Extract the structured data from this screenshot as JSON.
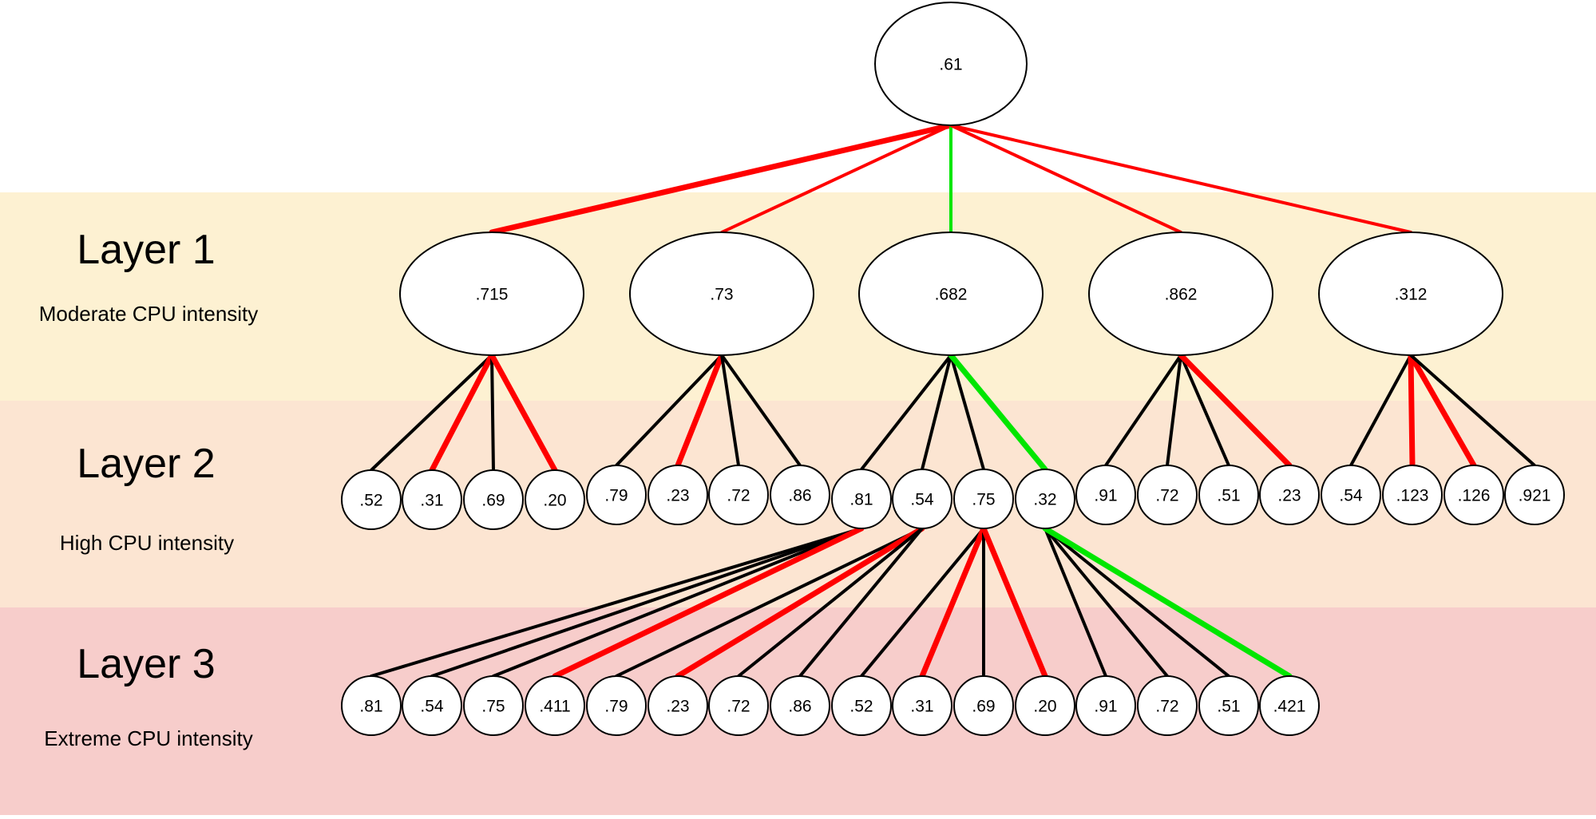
{
  "colors": {
    "layer1_band": "#fdf1d2",
    "layer2_band": "#fce5d2",
    "layer3_band": "#f7cdcb",
    "edge_default": "#000000",
    "edge_red": "#ff0000",
    "edge_green": "#00e600",
    "node_fill": "#ffffff",
    "node_stroke": "#000000"
  },
  "layers": [
    {
      "id": "layer1",
      "title": "Layer 1",
      "subtitle": "Moderate CPU intensity"
    },
    {
      "id": "layer2",
      "title": "Layer 2",
      "subtitle": "High CPU intensity"
    },
    {
      "id": "layer3",
      "title": "Layer 3",
      "subtitle": "Extreme CPU intensity"
    }
  ],
  "tree": {
    "root": {
      "id": "root",
      "label": ".61"
    },
    "layer1": [
      {
        "id": "l1-0",
        "label": ".715"
      },
      {
        "id": "l1-1",
        "label": ".73"
      },
      {
        "id": "l1-2",
        "label": ".682"
      },
      {
        "id": "l1-3",
        "label": ".862"
      },
      {
        "id": "l1-4",
        "label": ".312"
      }
    ],
    "layer2": [
      {
        "id": "l2-0",
        "label": ".52"
      },
      {
        "id": "l2-1",
        "label": ".31"
      },
      {
        "id": "l2-2",
        "label": ".69"
      },
      {
        "id": "l2-3",
        "label": ".20"
      },
      {
        "id": "l2-4",
        "label": ".79"
      },
      {
        "id": "l2-5",
        "label": ".23"
      },
      {
        "id": "l2-6",
        "label": ".72"
      },
      {
        "id": "l2-7",
        "label": ".86"
      },
      {
        "id": "l2-8",
        "label": ".81"
      },
      {
        "id": "l2-9",
        "label": ".54"
      },
      {
        "id": "l2-10",
        "label": ".75"
      },
      {
        "id": "l2-11",
        "label": ".32"
      },
      {
        "id": "l2-12",
        "label": ".91"
      },
      {
        "id": "l2-13",
        "label": ".72"
      },
      {
        "id": "l2-14",
        "label": ".51"
      },
      {
        "id": "l2-15",
        "label": ".23"
      },
      {
        "id": "l2-16",
        "label": ".54"
      },
      {
        "id": "l2-17",
        "label": ".123"
      },
      {
        "id": "l2-18",
        "label": ".126"
      },
      {
        "id": "l2-19",
        "label": ".921"
      }
    ],
    "layer3": [
      {
        "id": "l3-0",
        "label": ".81"
      },
      {
        "id": "l3-1",
        "label": ".54"
      },
      {
        "id": "l3-2",
        "label": ".75"
      },
      {
        "id": "l3-3",
        "label": ".411"
      },
      {
        "id": "l3-4",
        "label": ".79"
      },
      {
        "id": "l3-5",
        "label": ".23"
      },
      {
        "id": "l3-6",
        "label": ".72"
      },
      {
        "id": "l3-7",
        "label": ".86"
      },
      {
        "id": "l3-8",
        "label": ".52"
      },
      {
        "id": "l3-9",
        "label": ".31"
      },
      {
        "id": "l3-10",
        "label": ".69"
      },
      {
        "id": "l3-11",
        "label": ".20"
      },
      {
        "id": "l3-12",
        "label": ".91"
      },
      {
        "id": "l3-13",
        "label": ".72"
      },
      {
        "id": "l3-14",
        "label": ".51"
      },
      {
        "id": "l3-15",
        "label": ".421"
      }
    ]
  },
  "edges": [
    {
      "from": "root",
      "to": "l1-0",
      "color": "red",
      "weight": "thick"
    },
    {
      "from": "root",
      "to": "l1-1",
      "color": "red",
      "weight": "normal"
    },
    {
      "from": "root",
      "to": "l1-2",
      "color": "green",
      "weight": "normal"
    },
    {
      "from": "root",
      "to": "l1-3",
      "color": "red",
      "weight": "normal"
    },
    {
      "from": "root",
      "to": "l1-4",
      "color": "red",
      "weight": "normal"
    },
    {
      "from": "l1-0",
      "to": "l2-0",
      "color": "black",
      "weight": "normal"
    },
    {
      "from": "l1-0",
      "to": "l2-1",
      "color": "red",
      "weight": "thick"
    },
    {
      "from": "l1-0",
      "to": "l2-2",
      "color": "black",
      "weight": "normal"
    },
    {
      "from": "l1-0",
      "to": "l2-3",
      "color": "red",
      "weight": "thick"
    },
    {
      "from": "l1-1",
      "to": "l2-4",
      "color": "black",
      "weight": "normal"
    },
    {
      "from": "l1-1",
      "to": "l2-5",
      "color": "red",
      "weight": "thick"
    },
    {
      "from": "l1-1",
      "to": "l2-6",
      "color": "black",
      "weight": "normal"
    },
    {
      "from": "l1-1",
      "to": "l2-7",
      "color": "black",
      "weight": "normal"
    },
    {
      "from": "l1-2",
      "to": "l2-8",
      "color": "black",
      "weight": "normal"
    },
    {
      "from": "l1-2",
      "to": "l2-9",
      "color": "black",
      "weight": "normal"
    },
    {
      "from": "l1-2",
      "to": "l2-10",
      "color": "black",
      "weight": "normal"
    },
    {
      "from": "l1-2",
      "to": "l2-11",
      "color": "green",
      "weight": "thick"
    },
    {
      "from": "l1-3",
      "to": "l2-12",
      "color": "black",
      "weight": "normal"
    },
    {
      "from": "l1-3",
      "to": "l2-13",
      "color": "black",
      "weight": "normal"
    },
    {
      "from": "l1-3",
      "to": "l2-14",
      "color": "black",
      "weight": "normal"
    },
    {
      "from": "l1-3",
      "to": "l2-15",
      "color": "red",
      "weight": "thick"
    },
    {
      "from": "l1-4",
      "to": "l2-16",
      "color": "black",
      "weight": "normal"
    },
    {
      "from": "l1-4",
      "to": "l2-17",
      "color": "red",
      "weight": "thick"
    },
    {
      "from": "l1-4",
      "to": "l2-18",
      "color": "red",
      "weight": "thick"
    },
    {
      "from": "l1-4",
      "to": "l2-19",
      "color": "black",
      "weight": "normal"
    },
    {
      "from": "l2-8",
      "to": "l3-0",
      "color": "black",
      "weight": "normal"
    },
    {
      "from": "l2-8",
      "to": "l3-1",
      "color": "black",
      "weight": "normal"
    },
    {
      "from": "l2-8",
      "to": "l3-2",
      "color": "black",
      "weight": "normal"
    },
    {
      "from": "l2-8",
      "to": "l3-3",
      "color": "red",
      "weight": "thick"
    },
    {
      "from": "l2-9",
      "to": "l3-4",
      "color": "black",
      "weight": "normal"
    },
    {
      "from": "l2-9",
      "to": "l3-5",
      "color": "red",
      "weight": "thick"
    },
    {
      "from": "l2-9",
      "to": "l3-6",
      "color": "black",
      "weight": "normal"
    },
    {
      "from": "l2-9",
      "to": "l3-7",
      "color": "black",
      "weight": "normal"
    },
    {
      "from": "l2-10",
      "to": "l3-8",
      "color": "black",
      "weight": "normal"
    },
    {
      "from": "l2-10",
      "to": "l3-9",
      "color": "red",
      "weight": "thick"
    },
    {
      "from": "l2-10",
      "to": "l3-10",
      "color": "black",
      "weight": "normal"
    },
    {
      "from": "l2-10",
      "to": "l3-11",
      "color": "red",
      "weight": "thick"
    },
    {
      "from": "l2-11",
      "to": "l3-12",
      "color": "black",
      "weight": "normal"
    },
    {
      "from": "l2-11",
      "to": "l3-13",
      "color": "black",
      "weight": "normal"
    },
    {
      "from": "l2-11",
      "to": "l3-14",
      "color": "black",
      "weight": "normal"
    },
    {
      "from": "l2-11",
      "to": "l3-15",
      "color": "green",
      "weight": "thick"
    }
  ]
}
